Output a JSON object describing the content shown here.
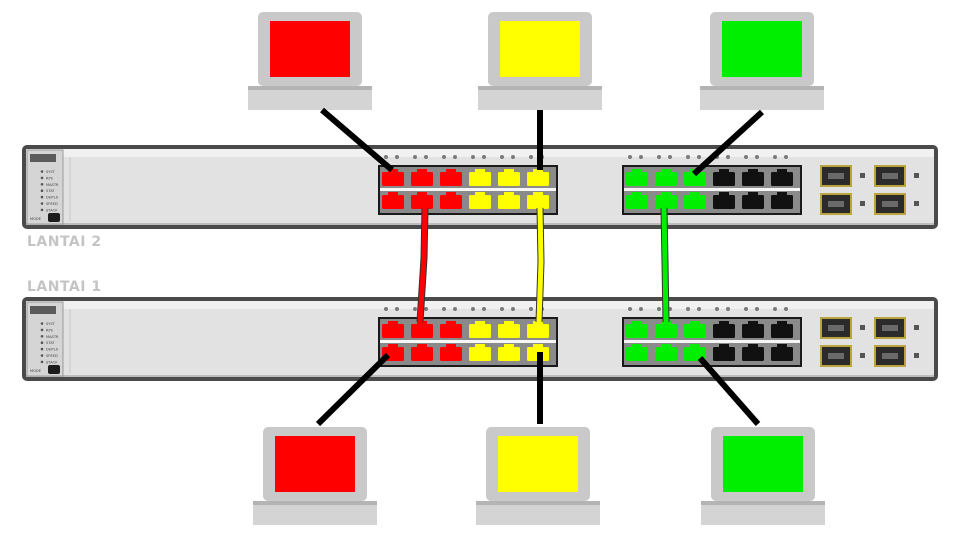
{
  "labels": {
    "floor_upper": "LANTAI 2",
    "floor_lower": "LANTAI 1"
  },
  "switch_led_labels": [
    "SYST",
    "RPS",
    "MASTR",
    "STAT",
    "DUPLX",
    "SPEED",
    "STACK"
  ],
  "switch_mode_label": "MODE",
  "vlans": [
    {
      "id": "red",
      "color": "#ff0000"
    },
    {
      "id": "yellow",
      "color": "#ffff00"
    },
    {
      "id": "green",
      "color": "#00ee00"
    }
  ],
  "colors": {
    "unused_port": "#111111",
    "chassis": "#e2e2e2",
    "chassis_border": "#4a4a4a",
    "cable": "#000000",
    "laptop_body": "#c9c9c9"
  },
  "icons": [
    "laptop-icon",
    "network-switch-icon",
    "sfp-port-icon",
    "ethernet-port-icon"
  ]
}
